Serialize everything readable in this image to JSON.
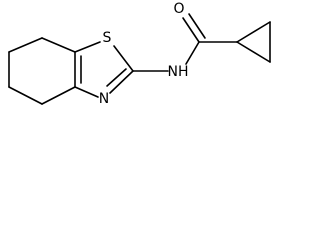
{
  "atoms": {
    "sulfur": "S",
    "ring_nitrogen": "N",
    "amide_nitrogen": "NH",
    "oxygen": "O"
  }
}
